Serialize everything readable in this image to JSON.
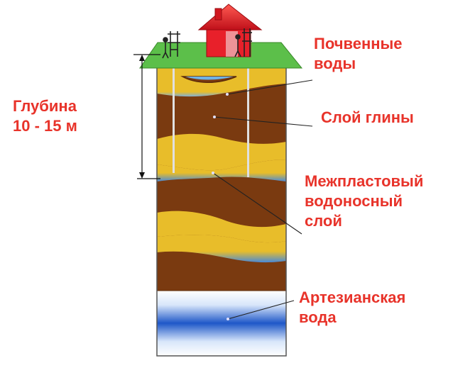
{
  "depth_label": {
    "line1": "Глубина",
    "line2": "10 - 15 м"
  },
  "soil_water_label": {
    "line1": "Почвенные",
    "line2": "воды"
  },
  "clay_label": {
    "line1": "Слой глины"
  },
  "aquifer_label": {
    "line1": "Межпластовый",
    "line2": "водоносный",
    "line3": "слой"
  },
  "artesian_label": {
    "line1": "Артезианская",
    "line2": "вода"
  },
  "colors": {
    "label_text": "#e8332a",
    "grass": "#5cbf4a",
    "sand": "#e8bd2a",
    "clay": "#7a3a10",
    "water_blue": "#1e57c8",
    "house_red": "#e8202a"
  }
}
